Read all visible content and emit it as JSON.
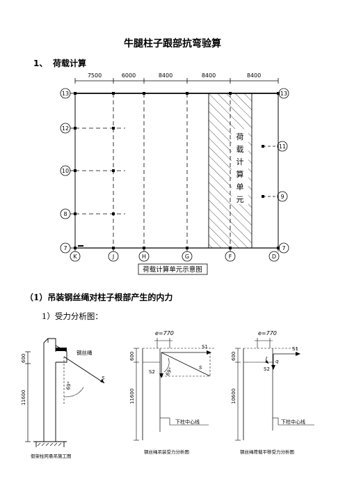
{
  "doc": {
    "title": "牛腿柱子跟部抗弯验算",
    "section1_num": "1、",
    "section1_title": "荷载计算",
    "sub1": "（1）吊装钢丝绳对柱子根部产生的内力",
    "sub1_1": "1）受力分析图："
  },
  "plan": {
    "spans": [
      "7500",
      "6000",
      "8400",
      "8400",
      "8400"
    ],
    "left_axes": [
      "13",
      "12",
      "10",
      "8",
      "7"
    ],
    "right_axes": [
      "13",
      "11",
      "9",
      "7"
    ],
    "bottom_axes": [
      "K",
      "J",
      "H",
      "G",
      "F",
      "D"
    ],
    "unit_label_chars": [
      "荷",
      "载",
      "计",
      "算",
      "单",
      "元"
    ],
    "caption": "荷载计算单元示意图"
  },
  "fig_a": {
    "dim_top": "600",
    "dim_main": "11600",
    "rope_label": "钢丝绳",
    "angle": "69°",
    "force": "S",
    "caption": "假架柱阿悬吊施工图"
  },
  "fig_b": {
    "eccentricity": "e=770",
    "dim_top": "600",
    "dim_main": "11600",
    "s1": "S1",
    "s2": "S2",
    "s": "S",
    "angle": "69°",
    "center_line": "下柱中心线",
    "caption": "钢丝绳吊装受力分析图"
  },
  "fig_c": {
    "eccentricity": "e=770",
    "dim_top": "600",
    "dim_main": "10600",
    "s1": "S1",
    "s2": "S2",
    "q": "q",
    "center_line": "下柱中心线",
    "caption": "钢丝绳荷载平移受力分析图"
  }
}
